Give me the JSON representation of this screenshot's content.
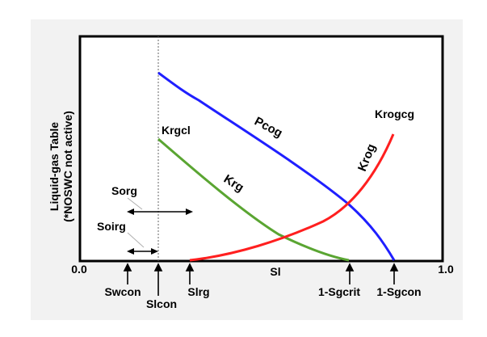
{
  "y_label_line1": "Liquid-gas Table",
  "y_label_line2": "(*NOSWC not active)",
  "axis": {
    "x_min_label": "0.0",
    "x_max_label": "1.0",
    "x_mid_label": "Sl"
  },
  "markers": [
    {
      "id": "swcon",
      "label": "Swcon"
    },
    {
      "id": "slcon",
      "label": "Slcon"
    },
    {
      "id": "slrg",
      "label": "Slrg"
    },
    {
      "id": "sgcrit",
      "label": "1-Sgcrit"
    },
    {
      "id": "sgcon",
      "label": "1-Sgcon"
    }
  ],
  "curves": {
    "pcog": {
      "label": "Pcog",
      "color": "#1f1fff"
    },
    "krg": {
      "label": "Krg",
      "color": "#5aa532"
    },
    "krog": {
      "label": "Krog",
      "color": "#ff1f1f"
    }
  },
  "point_labels": {
    "krgcl": "Krgcl",
    "krogcg": "Krogcg"
  },
  "ranges": {
    "sorg": "Sorg",
    "soirg": "Soirg"
  }
}
